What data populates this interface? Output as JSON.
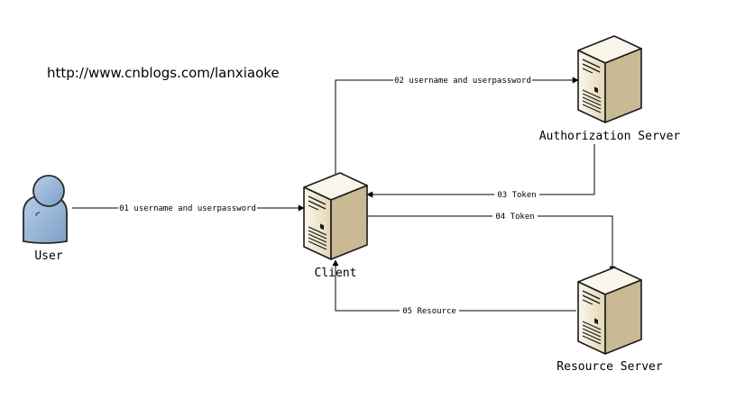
{
  "source_url": "http://www.cnblogs.com/lanxiaoke",
  "nodes": {
    "user": {
      "label": "User",
      "icon": "user-icon"
    },
    "client": {
      "label": "Client",
      "icon": "server-icon"
    },
    "auth_server": {
      "label": "Authorization Server",
      "icon": "server-icon"
    },
    "resource_server": {
      "label": "Resource Server",
      "icon": "server-icon"
    }
  },
  "edges": [
    {
      "from": "user",
      "to": "client",
      "label": "01 username and userpassword"
    },
    {
      "from": "client",
      "to": "auth_server",
      "label": "02 username and userpassword"
    },
    {
      "from": "auth_server",
      "to": "client",
      "label": "03 Token"
    },
    {
      "from": "client",
      "to": "resource_server",
      "label": "04 Token"
    },
    {
      "from": "resource_server",
      "to": "client",
      "label": "05 Resource"
    }
  ],
  "colors": {
    "server_front": "#f2ead7",
    "server_side": "#c9b994",
    "server_top": "#faf6ec",
    "server_outline": "#1a1a1a",
    "user_fill": "#8fb0d6",
    "user_outline": "#2a2a2a",
    "line": "#000000"
  }
}
